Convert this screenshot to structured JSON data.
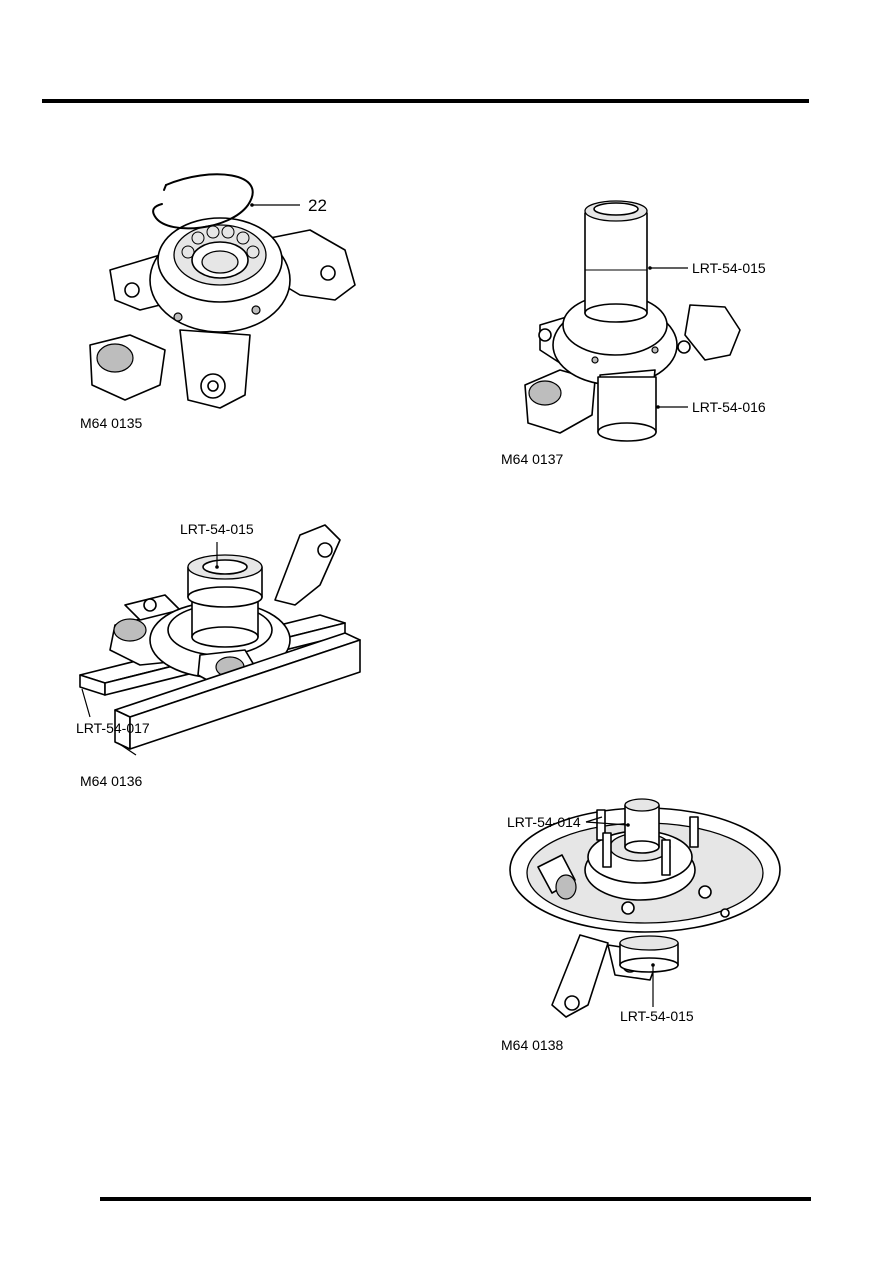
{
  "figures": [
    {
      "id": "fig1",
      "caption": "M64 0135",
      "callouts": [
        "22"
      ]
    },
    {
      "id": "fig2",
      "caption": "M64 0137",
      "callouts": [
        "LRT-54-015",
        "LRT-54-016"
      ]
    },
    {
      "id": "fig3",
      "caption": "M64 0136",
      "callouts": [
        "LRT-54-015",
        "LRT-54-017"
      ]
    },
    {
      "id": "fig4",
      "caption": "M64 0138",
      "callouts": [
        "LRT-54-014",
        "LRT-54-015"
      ]
    }
  ]
}
